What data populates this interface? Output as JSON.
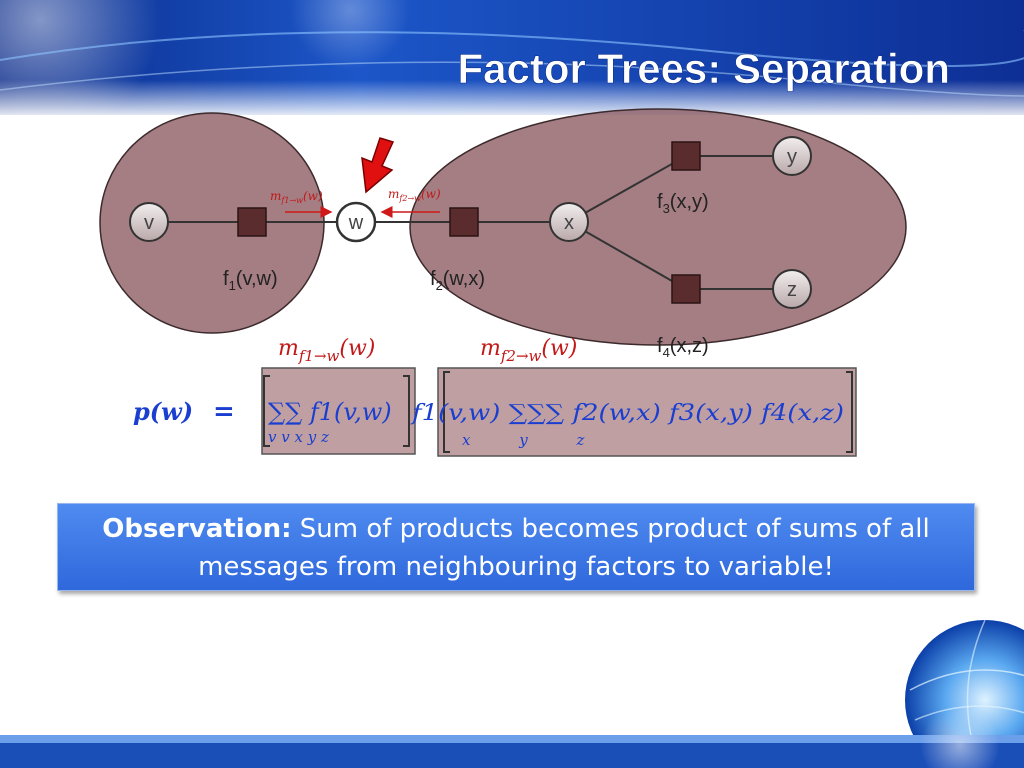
{
  "slide": {
    "title": "Factor Trees: Separation",
    "accent_color": "#2f68dc",
    "region_color": "#8a5a60"
  },
  "graph": {
    "variables": {
      "v": "v",
      "w": "w",
      "x": "x",
      "y": "y",
      "z": "z"
    },
    "factors": {
      "f1": {
        "name": "f",
        "sub": "1",
        "args": "(v,w)"
      },
      "f2": {
        "name": "f",
        "sub": "2",
        "args": "(w,x)"
      },
      "f3": {
        "name": "f",
        "sub": "3",
        "args": "(x,y)"
      },
      "f4": {
        "name": "f",
        "sub": "4",
        "args": "(x,z)"
      }
    },
    "messages": {
      "m1": {
        "m": "m",
        "sub": "f1→w",
        "arg": "(w)"
      },
      "m2": {
        "m": "m",
        "sub": "f2→w",
        "arg": "(w)"
      }
    }
  },
  "equation": {
    "lhs": "p(w)",
    "eq": "=",
    "left_bracket_term": "∑∑ f1(v,w)",
    "left_sum_vars": "v v x y z",
    "right_term": "f1(v,w) ∑∑∑ f2(w,x) f3(x,y) f4(x,z)",
    "right_sum_vars": "x y z"
  },
  "observation": {
    "label": "Observation:",
    "text": "Sum of products becomes product of sums of all messages from neighbouring factors to variable!"
  }
}
